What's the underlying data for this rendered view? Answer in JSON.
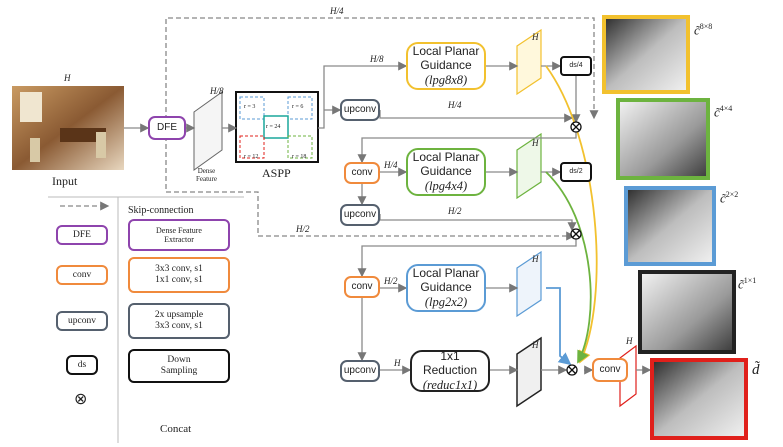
{
  "input": {
    "label": "Input",
    "dim": "H"
  },
  "dfe_label": "DFE",
  "dense_feature": {
    "label": "Dense\nFeature",
    "dim": "H/8"
  },
  "aspp": {
    "label": "ASPP",
    "rates": [
      "r = 3",
      "r = 6",
      "r = 24",
      "r = 12",
      "r = 18"
    ]
  },
  "blocks": {
    "upconv": "upconv",
    "conv": "conv",
    "ds4": "ds/4",
    "ds2": "ds/2"
  },
  "lpg": [
    {
      "title": "Local Planar\nGuidance",
      "name": "(lpg8x8)",
      "color": "#f2c12e"
    },
    {
      "title": "Local Planar\nGuidance",
      "name": "(lpg4x4)",
      "color": "#6db33f"
    },
    {
      "title": "Local Planar\nGuidance",
      "name": "(lpg2x2)",
      "color": "#5b9bd5"
    }
  ],
  "reduction": {
    "title": "1x1 Reduction",
    "name": "(reduc1x1)"
  },
  "dims": {
    "h4_top": "H/4",
    "h8": "H/8",
    "h4_a": "H/4",
    "h4_b": "H/4",
    "h2_a": "H/2",
    "h2_b": "H/2",
    "h2_c": "H/2",
    "h": "H"
  },
  "outputs": [
    {
      "symbol": "c̃",
      "sup": "8×8",
      "color": "#f2c12e"
    },
    {
      "symbol": "c̃",
      "sup": "4×4",
      "color": "#6db33f"
    },
    {
      "symbol": "c̃",
      "sup": "2×2",
      "color": "#5b9bd5"
    },
    {
      "symbol": "c̃",
      "sup": "1×1",
      "color": "#222222"
    },
    {
      "symbol": "d̃",
      "sup": "",
      "color": "#e0201b"
    }
  ],
  "legend": {
    "skip": "Skip-connection",
    "rows": [
      {
        "key": "DFE",
        "desc": "Dense Feature\nExtractor",
        "color": "#8e44ad"
      },
      {
        "key": "conv",
        "desc": "3x3 conv, s1\n1x1 conv, s1",
        "color": "#f08a3c"
      },
      {
        "key": "upconv",
        "desc": "2x upsample\n3x3 conv, s1",
        "color": "#55606e"
      },
      {
        "key": "ds",
        "desc": "Down\nSampling",
        "color": "#111111"
      },
      {
        "key": "⊗",
        "desc": "Concat",
        "color": "#111111"
      }
    ]
  }
}
